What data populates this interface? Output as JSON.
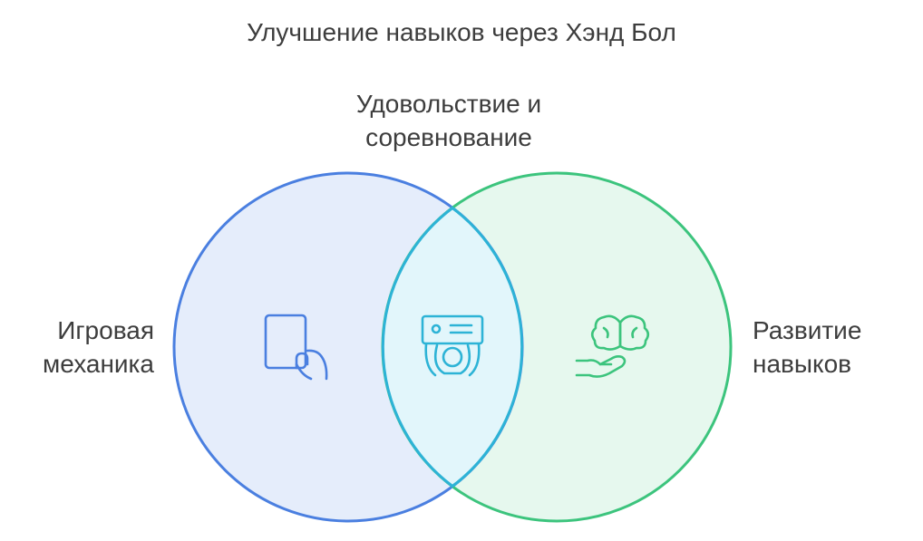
{
  "title": "Улучшение навыков через Хэнд Бол",
  "sets": {
    "left": {
      "label_line1": "Игровая",
      "label_line2": "механика",
      "icon": "tablet-touch-icon",
      "color": "#4a7fe0",
      "fill": "#e5edfb"
    },
    "right": {
      "label_line1": "Развитие",
      "label_line2": "навыков",
      "icon": "brain-in-hand-icon",
      "color": "#3cc47d",
      "fill": "#e6f8ee"
    },
    "intersection": {
      "label_line1": "Удовольствие и",
      "label_line2": "соревнование",
      "icon": "gamer-controller-icon",
      "color": "#2db3d6",
      "fill": "#e2f6fb"
    }
  }
}
